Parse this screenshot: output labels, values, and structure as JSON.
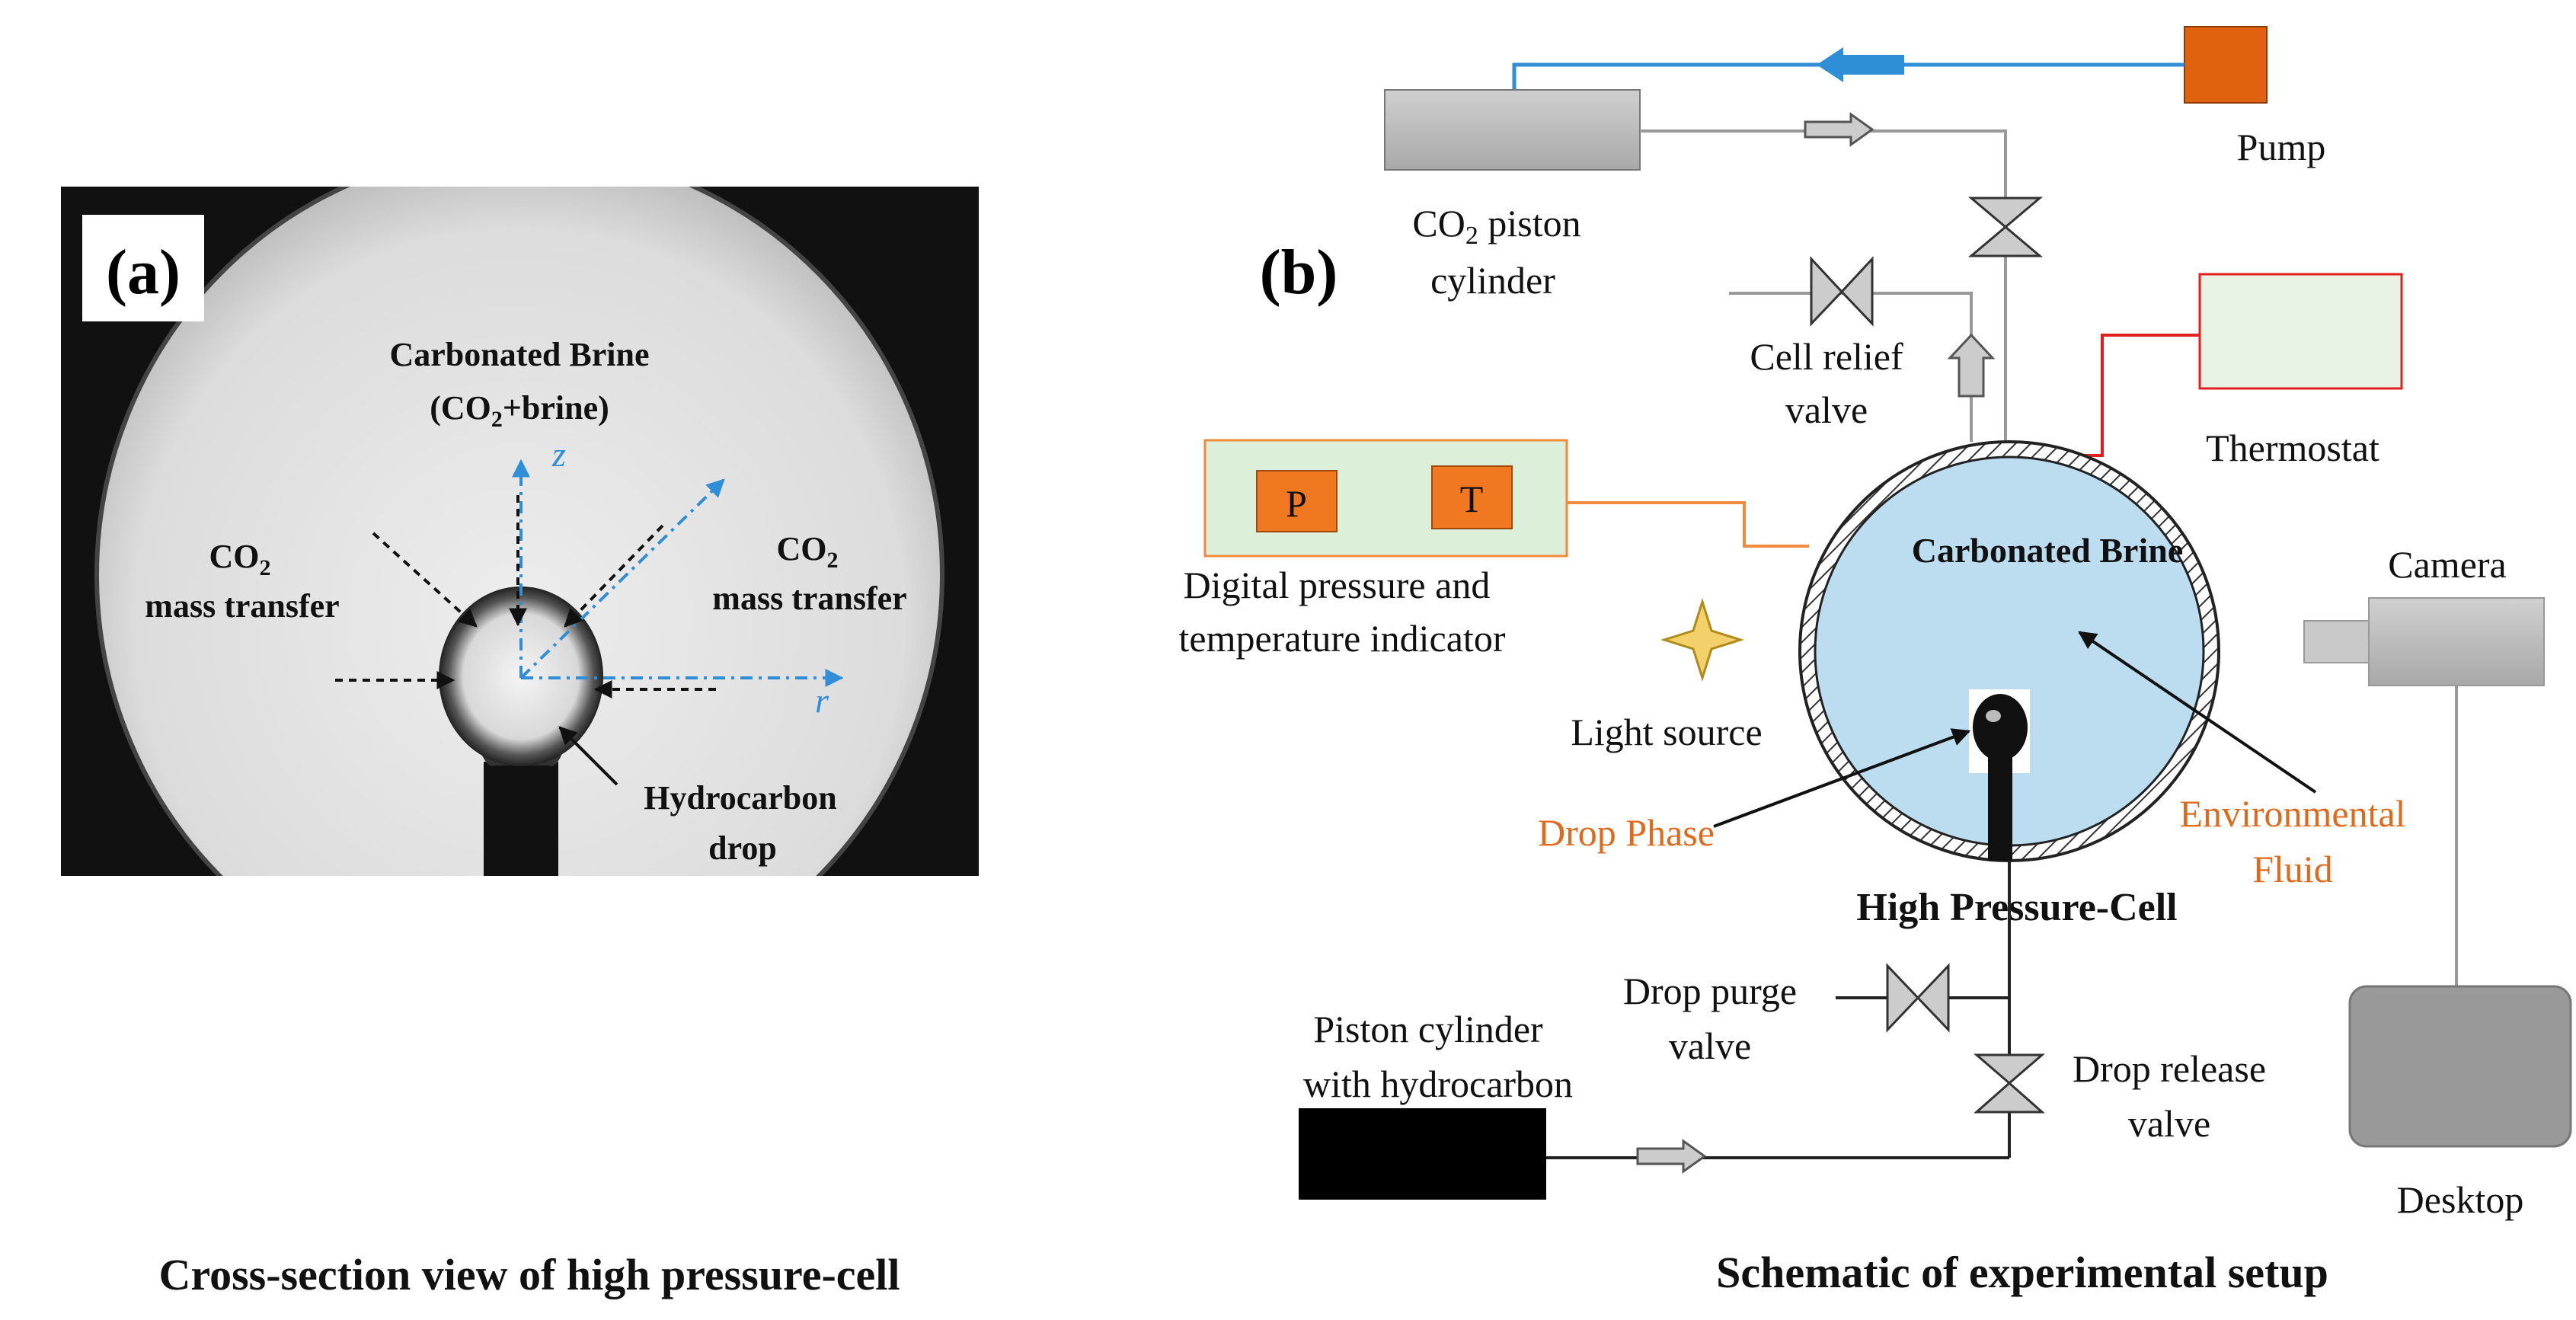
{
  "panel_a": {
    "label": "(a)",
    "brine_title": "Carbonated Brine",
    "brine_formula_pre": "(CO",
    "brine_formula_sub": "2",
    "brine_formula_post": "+brine)",
    "axis_z": "z",
    "axis_r": "r",
    "co2_left_main": "CO",
    "co2_left_sub": "2",
    "co2_left_line2": "mass transfer",
    "co2_right_main": "CO",
    "co2_right_sub": "2",
    "co2_right_line2": "mass transfer",
    "drop_line1": "Hydrocarbon",
    "drop_line2": "drop",
    "caption": "Cross-section view of high pressure-cell"
  },
  "panel_b": {
    "label": "(b)",
    "pump": "Pump",
    "co2_cyl_main": "CO",
    "co2_cyl_sub": "2",
    "co2_cyl_rest": " piston",
    "co2_cyl_line2": "cylinder",
    "cell_relief_line1": "Cell relief",
    "cell_relief_line2": "valve",
    "thermostat": "Thermostat",
    "gauge_p": "P",
    "gauge_t": "T",
    "indicator_line1": "Digital pressure and",
    "indicator_line2": "temperature indicator",
    "light_source": "Light source",
    "carbonated_brine": "Carbonated Brine",
    "camera": "Camera",
    "drop_phase": "Drop Phase",
    "env_line1": "Environmental",
    "env_line2": "Fluid",
    "cell_name": "High Pressure-Cell",
    "purge_line1": "Drop purge",
    "purge_line2": "valve",
    "hc_cyl_line1": "Piston cylinder",
    "hc_cyl_line2": "with hydrocarbon",
    "release_line1": "Drop release",
    "release_line2": "valve",
    "desktop": "Desktop",
    "caption": "Schematic of experimental setup"
  },
  "colors": {
    "co2_line": "#2f8fd6",
    "pump": "#e0620e",
    "thermostat_line": "#e02020",
    "thermostat_fill": "#e8f3e4",
    "indicator_fill": "#dcefd8",
    "indicator_line": "#f08a3c",
    "gauge": "#f07820",
    "cell_fill": "#bcdcf0",
    "orange_text": "#e06a1c",
    "axis_blue": "#2f8fd6"
  }
}
